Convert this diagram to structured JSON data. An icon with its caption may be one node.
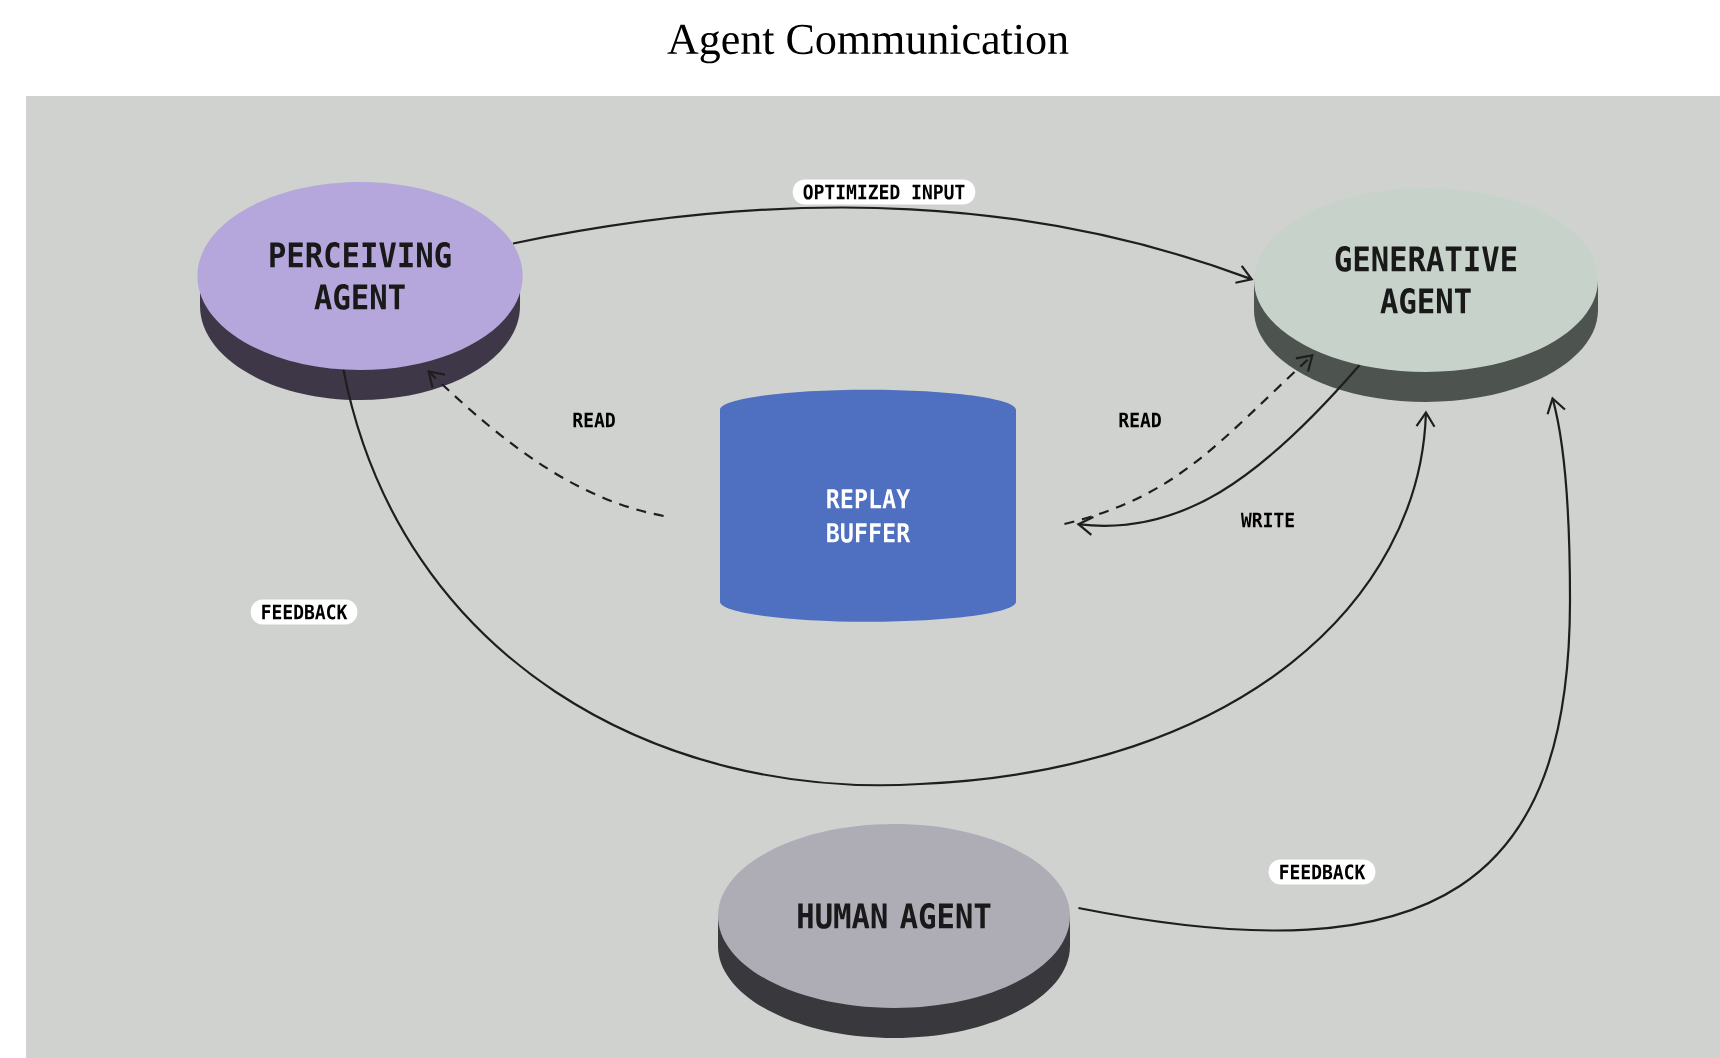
{
  "diagram": {
    "title": "Agent Communication",
    "nodes": [
      {
        "text": [
          "PERCEIVING AGENT"
        ]
      },
      {
        "text": [
          "GENERATIVE AGENT"
        ]
      },
      {
        "text": [
          "REPLAY BUFFER"
        ]
      },
      {
        "text": [
          "HUMAN AGENT"
        ]
      }
    ],
    "edges": [
      {
        "from": 0,
        "to": 1,
        "arrow": "to",
        "label": "OPTIMIZED INPUT"
      },
      {
        "from": 2,
        "to": 0,
        "arrow": "to",
        "label": "READ",
        "style": "dashed"
      },
      {
        "from": 2,
        "to": 1,
        "arrow": "to",
        "label": "READ",
        "style": "dashed"
      },
      {
        "from": 1,
        "to": 2,
        "arrow": "to",
        "label": "WRITE"
      },
      {
        "from": 0,
        "to": 1,
        "arrow": "to",
        "label": "FEEDBACK"
      },
      {
        "from": 3,
        "to": 1,
        "arrow": "to",
        "label": "FEEDBACK"
      }
    ]
  }
}
